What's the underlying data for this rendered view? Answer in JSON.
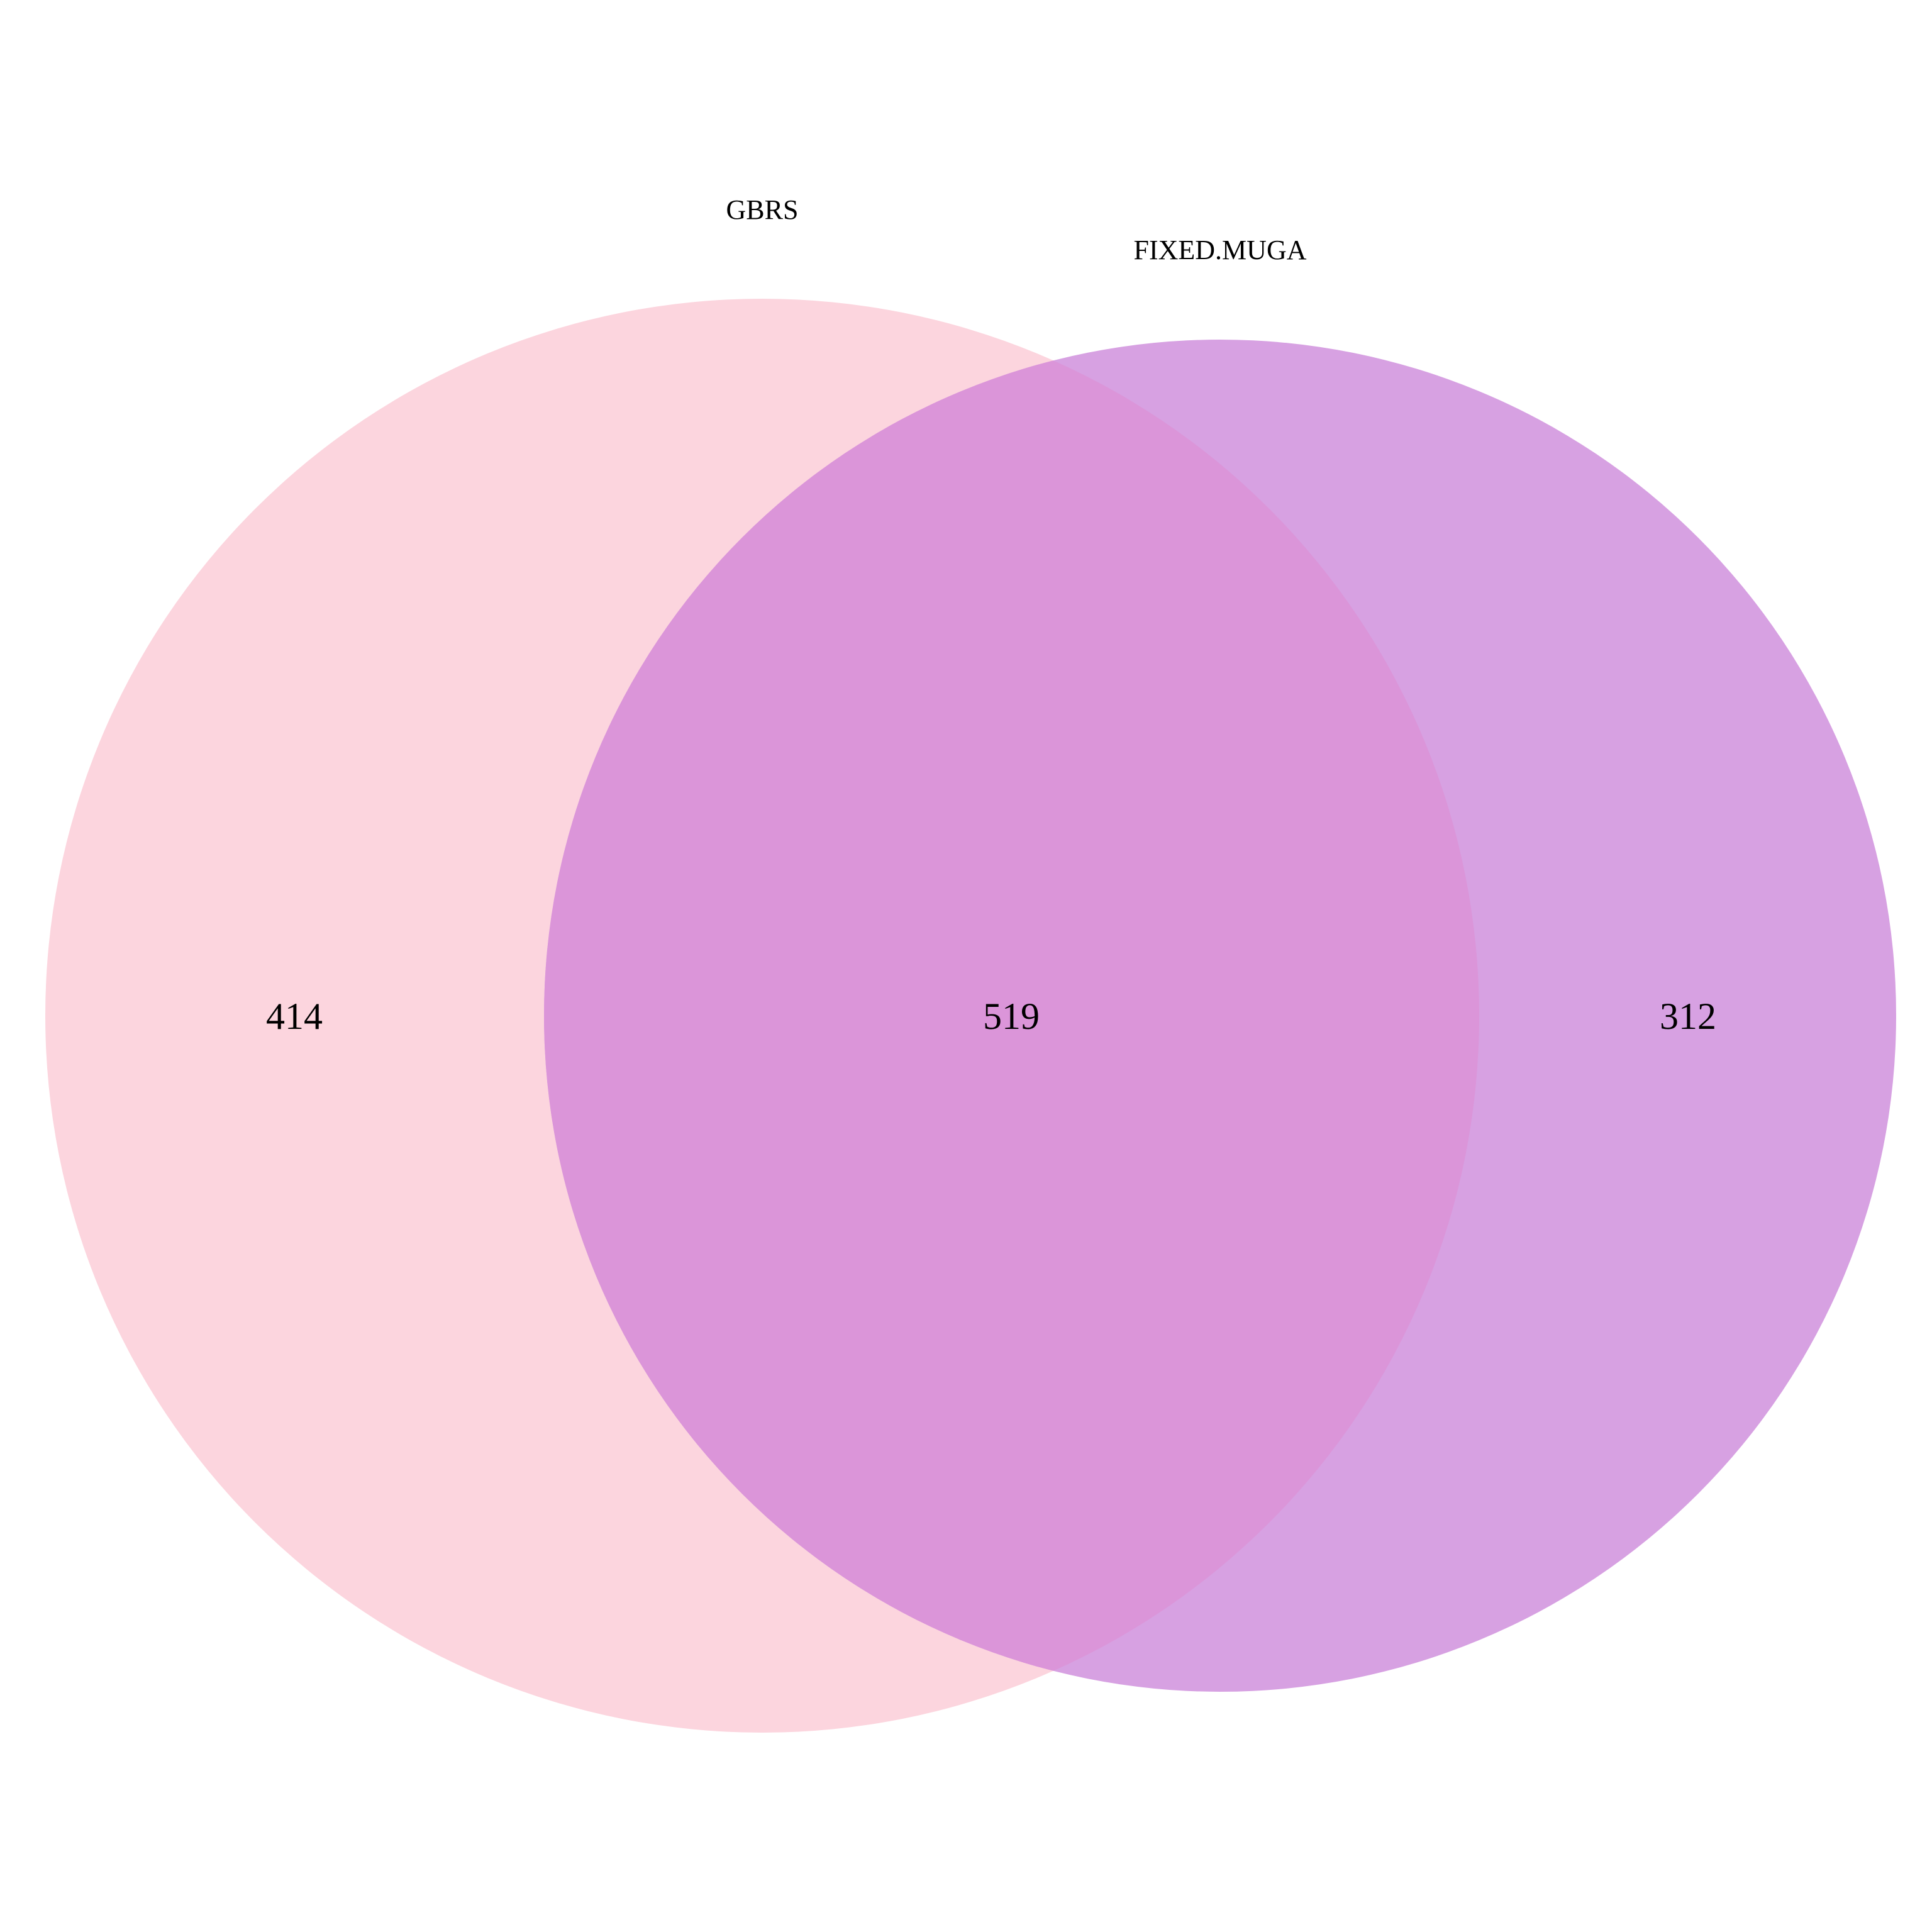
{
  "chart_data": {
    "type": "venn",
    "sets": [
      {
        "name": "GBRS",
        "color": "#fcd5de",
        "only_count": "414"
      },
      {
        "name": "FIXED.MUGA",
        "color": "#d7a1e2",
        "only_count": "312"
      }
    ],
    "intersection": {
      "sets": [
        "GBRS",
        "FIXED.MUGA"
      ],
      "count": "519",
      "color": "#db95d9"
    }
  }
}
